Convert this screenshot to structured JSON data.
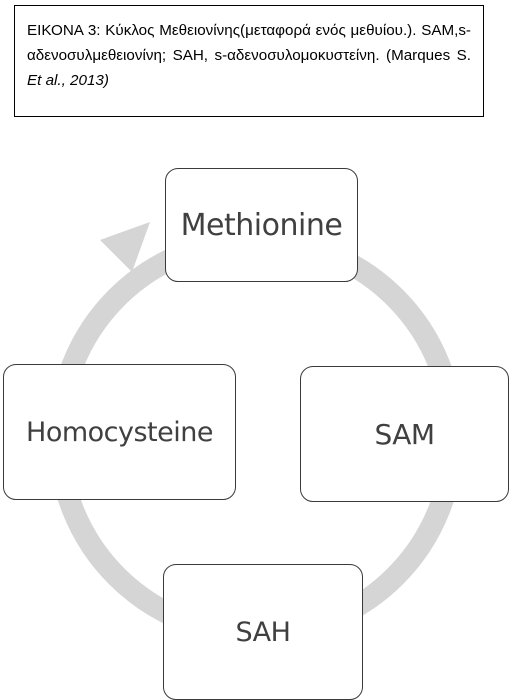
{
  "caption": {
    "part1": "ΕΙΚΟΝΑ 3: Κύκλος Μεθειονίνης(μεταφορά ενός μεθυίου.). SAM,s-αδενοσυλμεθειονίνη; SAH, s-αδενοσυλομοκυστείνη. (Marques S. ",
    "italic": "Et al., 2013)"
  },
  "cycle": {
    "nodes": {
      "methionine": "Methionine",
      "sam": "SAM",
      "sah": "SAH",
      "homocysteine": "Homocysteine"
    },
    "arrow_color": "#d5d5d5"
  }
}
